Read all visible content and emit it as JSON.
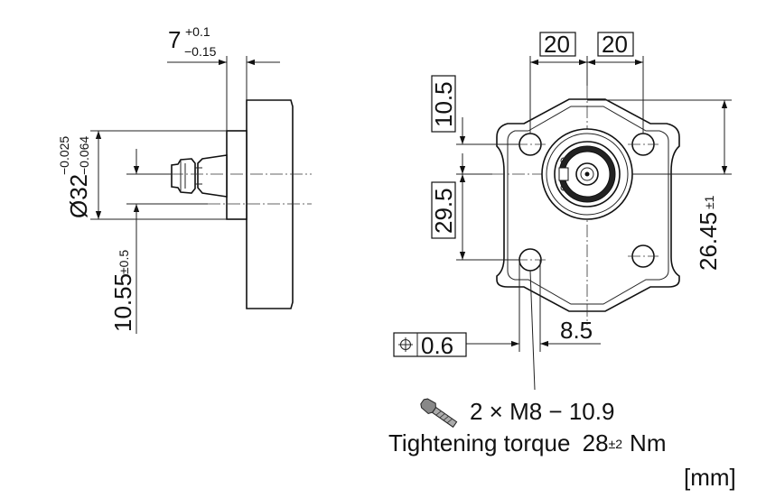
{
  "side_view": {
    "width_dim": {
      "nominal": "7",
      "upper_tol": "+0.1",
      "lower_tol": "−0.15"
    },
    "diameter_dim": {
      "nominal": "Ø32",
      "upper_tol": "−0.025",
      "lower_tol": "−0.064"
    },
    "offset_dim": {
      "nominal": "10.55",
      "tol": "±0.5"
    }
  },
  "front_view": {
    "top_left_dim": "20",
    "top_right_dim": "20",
    "upper_vertical_dim": "10.5",
    "lower_vertical_dim": "29.5",
    "right_vertical_dim": {
      "nominal": "26.45",
      "tol": "±1"
    },
    "position_tolerance": {
      "symbol": "⌖",
      "value": "0.6"
    },
    "hole_offset_dim": "8.5"
  },
  "bolt_note": {
    "spec": "2 × M8 − 10.9",
    "torque_label": "Tightening torque",
    "torque_value": "28",
    "torque_tol": "±2",
    "torque_unit": "Nm"
  },
  "units": "[mm]"
}
